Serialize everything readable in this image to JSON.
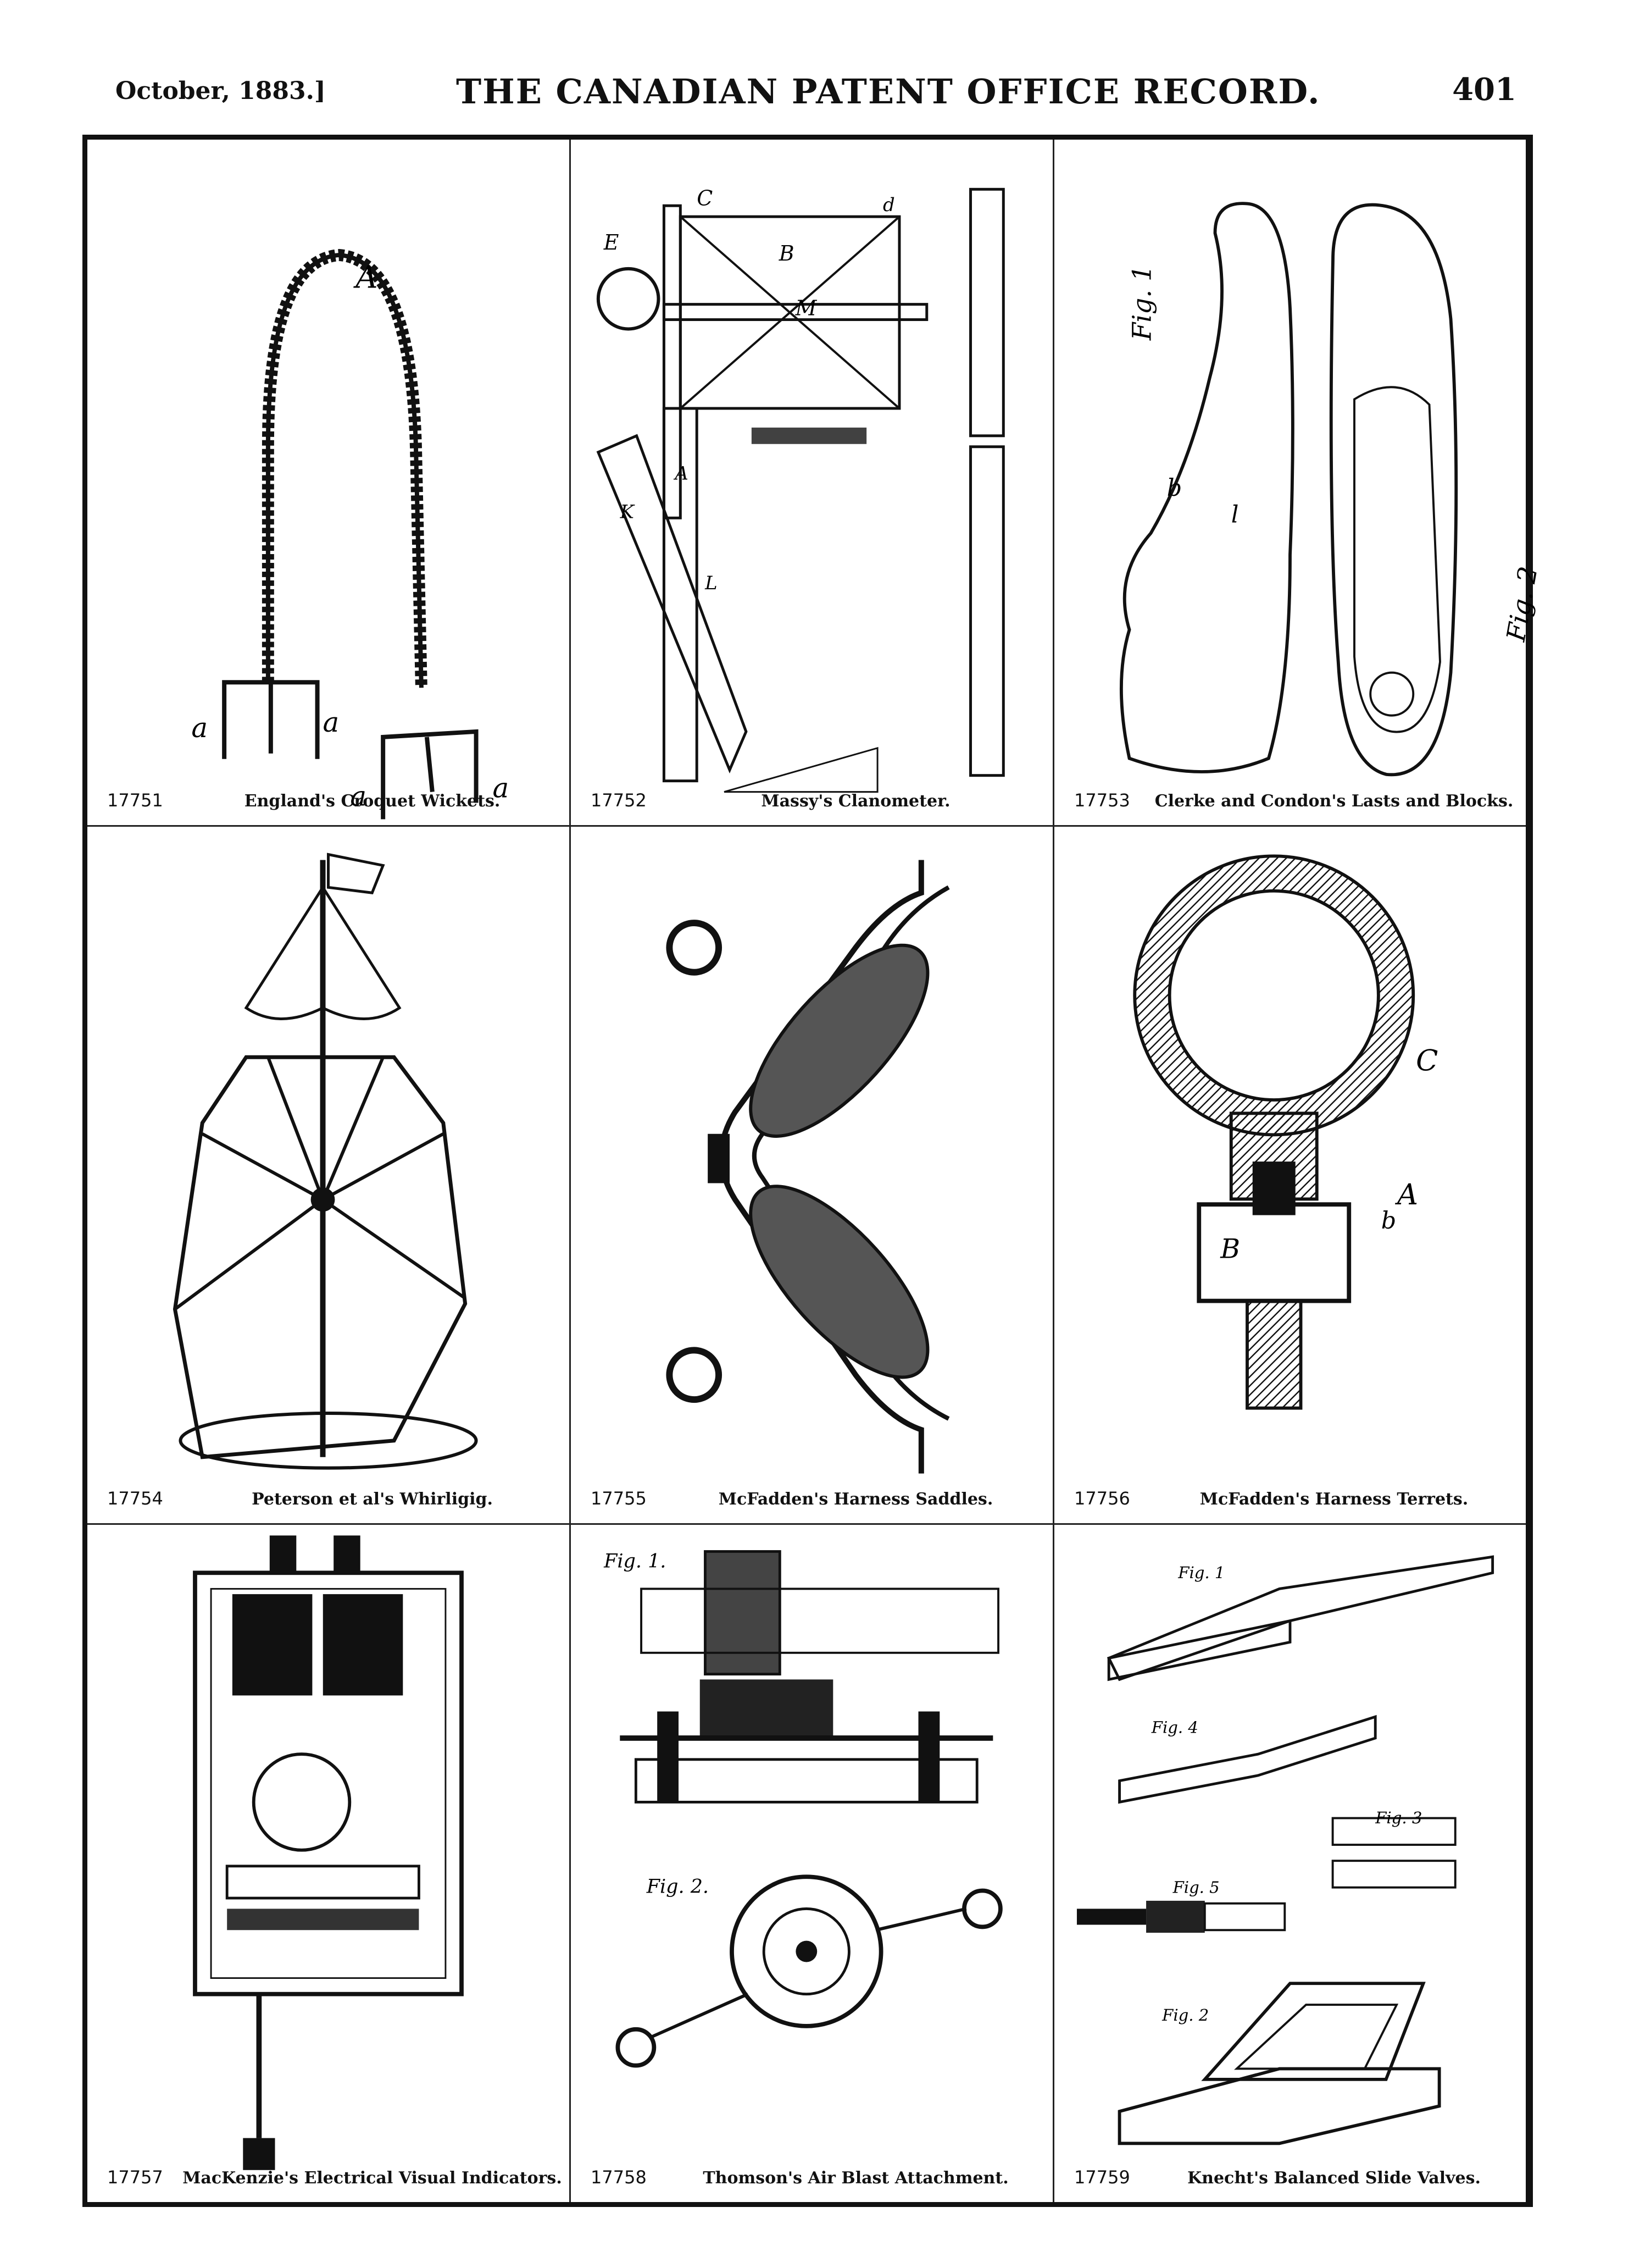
{
  "header": {
    "date": "October, 1883.]",
    "title": "THE CANADIAN PATENT OFFICE RECORD.",
    "page": "401"
  },
  "patents": [
    {
      "number": "17751",
      "caption": "England's Croquet Wickets.",
      "icon": "croquet-wicket"
    },
    {
      "number": "17752",
      "caption": "Massy's Clanometer.",
      "icon": "clanometer"
    },
    {
      "number": "17753",
      "caption": "Clerke and Condon's Lasts and Blocks.",
      "icon": "shoe-last"
    },
    {
      "number": "17754",
      "caption": "Peterson et al's Whirligig.",
      "icon": "whirligig"
    },
    {
      "number": "17755",
      "caption": "McFadden's Harness Saddles.",
      "icon": "harness-saddle"
    },
    {
      "number": "17756",
      "caption": "McFadden's Harness Terrets.",
      "icon": "harness-terret"
    },
    {
      "number": "17757",
      "caption": "MacKenzie's Electrical Visual Indicators.",
      "icon": "electrical-indicator"
    },
    {
      "number": "17758",
      "caption": "Thomson's Air Blast Attachment.",
      "icon": "air-blast"
    },
    {
      "number": "17759",
      "caption": "Knecht's Balanced Slide Valves.",
      "icon": "slide-valve"
    }
  ],
  "drawing_labels": {
    "wicket": [
      "A",
      "a",
      "a",
      "a",
      "a"
    ],
    "clanometer": [
      "C",
      "d",
      "B",
      "E",
      "M",
      "L",
      "K",
      "A"
    ],
    "last": [
      "Fig. 1",
      "Fig. 2",
      "b",
      "l"
    ],
    "terret": [
      "C",
      "A",
      "B",
      "b"
    ],
    "air_blast": [
      "Fig. 1.",
      "Fig. 2."
    ],
    "valves": [
      "Fig. 1",
      "Fig. 2",
      "Fig. 3",
      "Fig. 4",
      "Fig. 5"
    ]
  }
}
